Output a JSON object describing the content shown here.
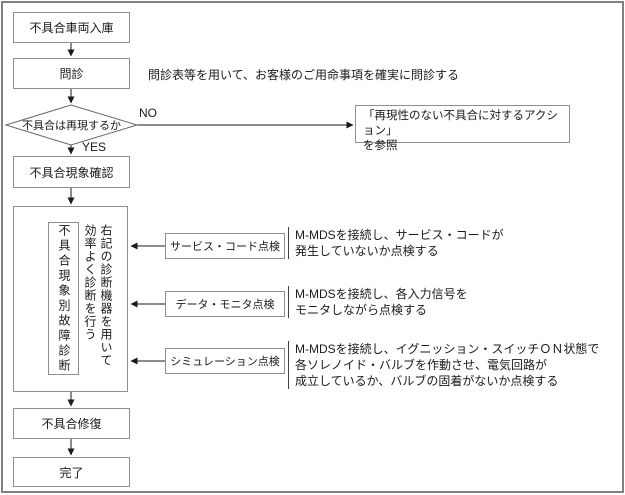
{
  "flow": {
    "box_entry": "不具合車両入庫",
    "box_interview": "問診",
    "interview_note": "問診表等を用いて、お客様のご用命事項を確実に問診する",
    "decision": "不具合は再現するか",
    "label_no": "NO",
    "label_yes": "YES",
    "ref_box_line1": "「再現性のない不具合に対するアクション」",
    "ref_box_line2": "を参照",
    "box_confirm": "不具合現象確認",
    "diag_box_vertical": "不具合現象別故障診断",
    "diag_note_col1": "右記の診断機器を用いて",
    "diag_note_col2": "効率よく診断を行う",
    "checks": [
      {
        "label": "サービス・コード点検",
        "desc": [
          "M-MDSを接続し、サービス・コードが",
          "発生していないか点検する"
        ]
      },
      {
        "label": "データ・モニタ点検",
        "desc": [
          "M-MDSを接続し、各入力信号を",
          "モニタしながら点検する"
        ]
      },
      {
        "label": "シミュレーション点検",
        "desc": [
          "M-MDSを接続し、イグニッション・スイッチＯＮ状態で",
          "各ソレノイド・バルブを作動させ、電気回路が",
          "成立しているか、バルブの固着がないか点検する"
        ]
      }
    ],
    "box_repair": "不具合修復",
    "box_done": "完了"
  },
  "colors": {
    "box_border": "#8f8f8f",
    "frame_border": "#808080",
    "line": "#1a1a1a",
    "text": "#1a1a1a",
    "background": "#ffffff"
  }
}
